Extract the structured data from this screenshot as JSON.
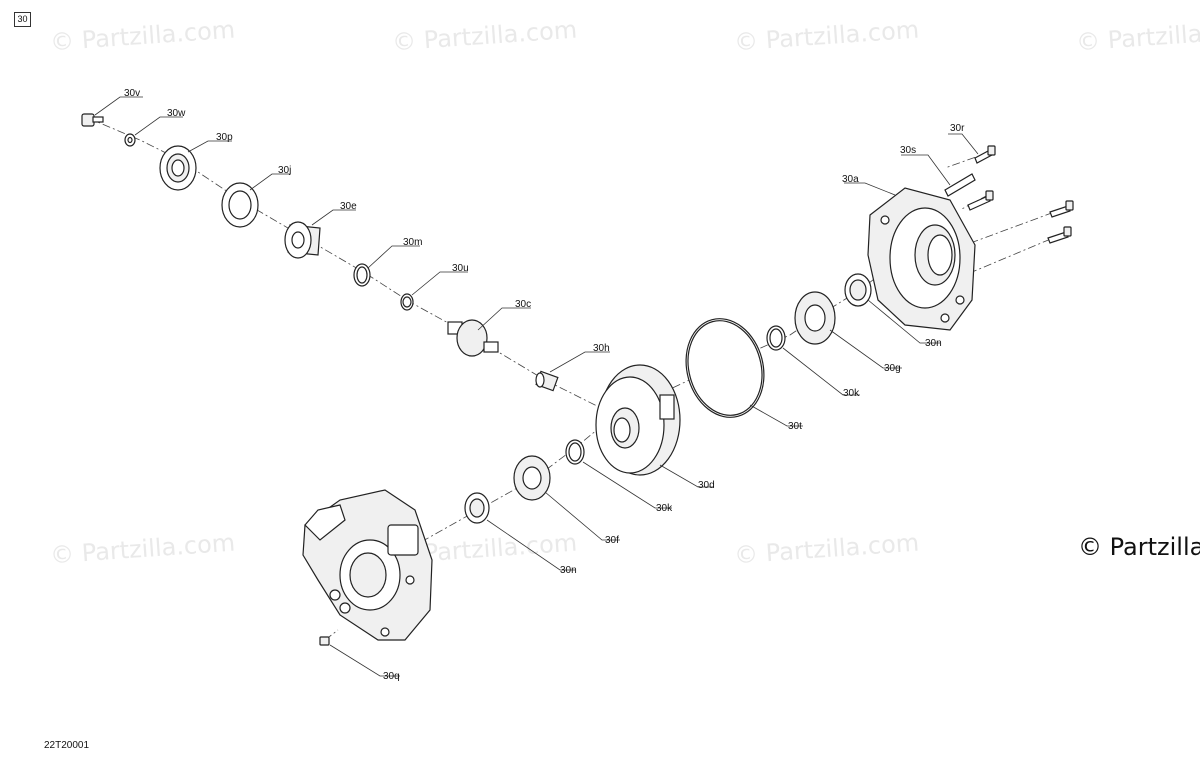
{
  "figure": {
    "box_label": "30",
    "code": "22T20001"
  },
  "watermark": {
    "text": "© Partzilla.com"
  },
  "brand": {
    "text": "© Partzilla"
  },
  "callouts": {
    "v": "30v",
    "w": "30w",
    "p": "30p",
    "j": "30j",
    "e": "30e",
    "m": "30m",
    "u": "30u",
    "c": "30c",
    "h": "30h",
    "r": "30r",
    "s": "30s",
    "a": "30a",
    "n_right": "30n",
    "g": "30g",
    "k_right": "30k",
    "t": "30t",
    "d": "30d",
    "k_left": "30k",
    "f": "30f",
    "n_left": "30n",
    "q": "30q"
  }
}
